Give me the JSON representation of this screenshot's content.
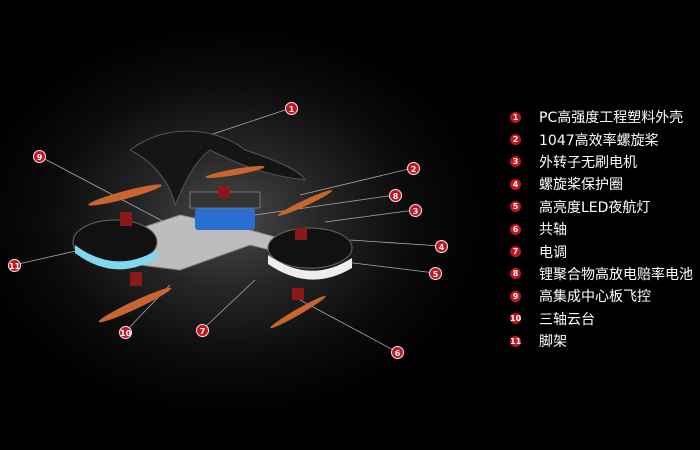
{
  "legend": [
    {
      "n": "1",
      "label": "PC高强度工程塑料外壳"
    },
    {
      "n": "2",
      "label": "1047高效率螺旋桨"
    },
    {
      "n": "3",
      "label": "外转子无刷电机"
    },
    {
      "n": "4",
      "label": "螺旋桨保护圈"
    },
    {
      "n": "5",
      "label": "高亮度LED夜航灯"
    },
    {
      "n": "6",
      "label": "共轴"
    },
    {
      "n": "7",
      "label": "电调"
    },
    {
      "n": "8",
      "label": "锂聚合物高放电赔率电池"
    },
    {
      "n": "9",
      "label": "高集成中心板飞控"
    },
    {
      "n": "10",
      "label": "三轴云台"
    },
    {
      "n": "11",
      "label": "脚架"
    }
  ],
  "colors": {
    "badge": "#c8141e",
    "led": "#7fd8f0",
    "battery": "#2a6fd0",
    "propeller": "#c9652e"
  }
}
